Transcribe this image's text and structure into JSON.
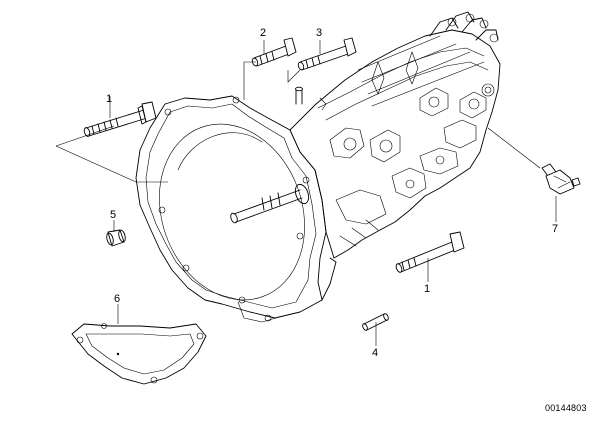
{
  "callouts": {
    "bolt_long_left": "1",
    "bolt_long_right": "1",
    "bolt_2": "2",
    "bolt_3": "3",
    "pin_4": "4",
    "sleeve_5": "5",
    "cover_6": "6",
    "switch_7": "7"
  },
  "catalog_number": "00144803"
}
